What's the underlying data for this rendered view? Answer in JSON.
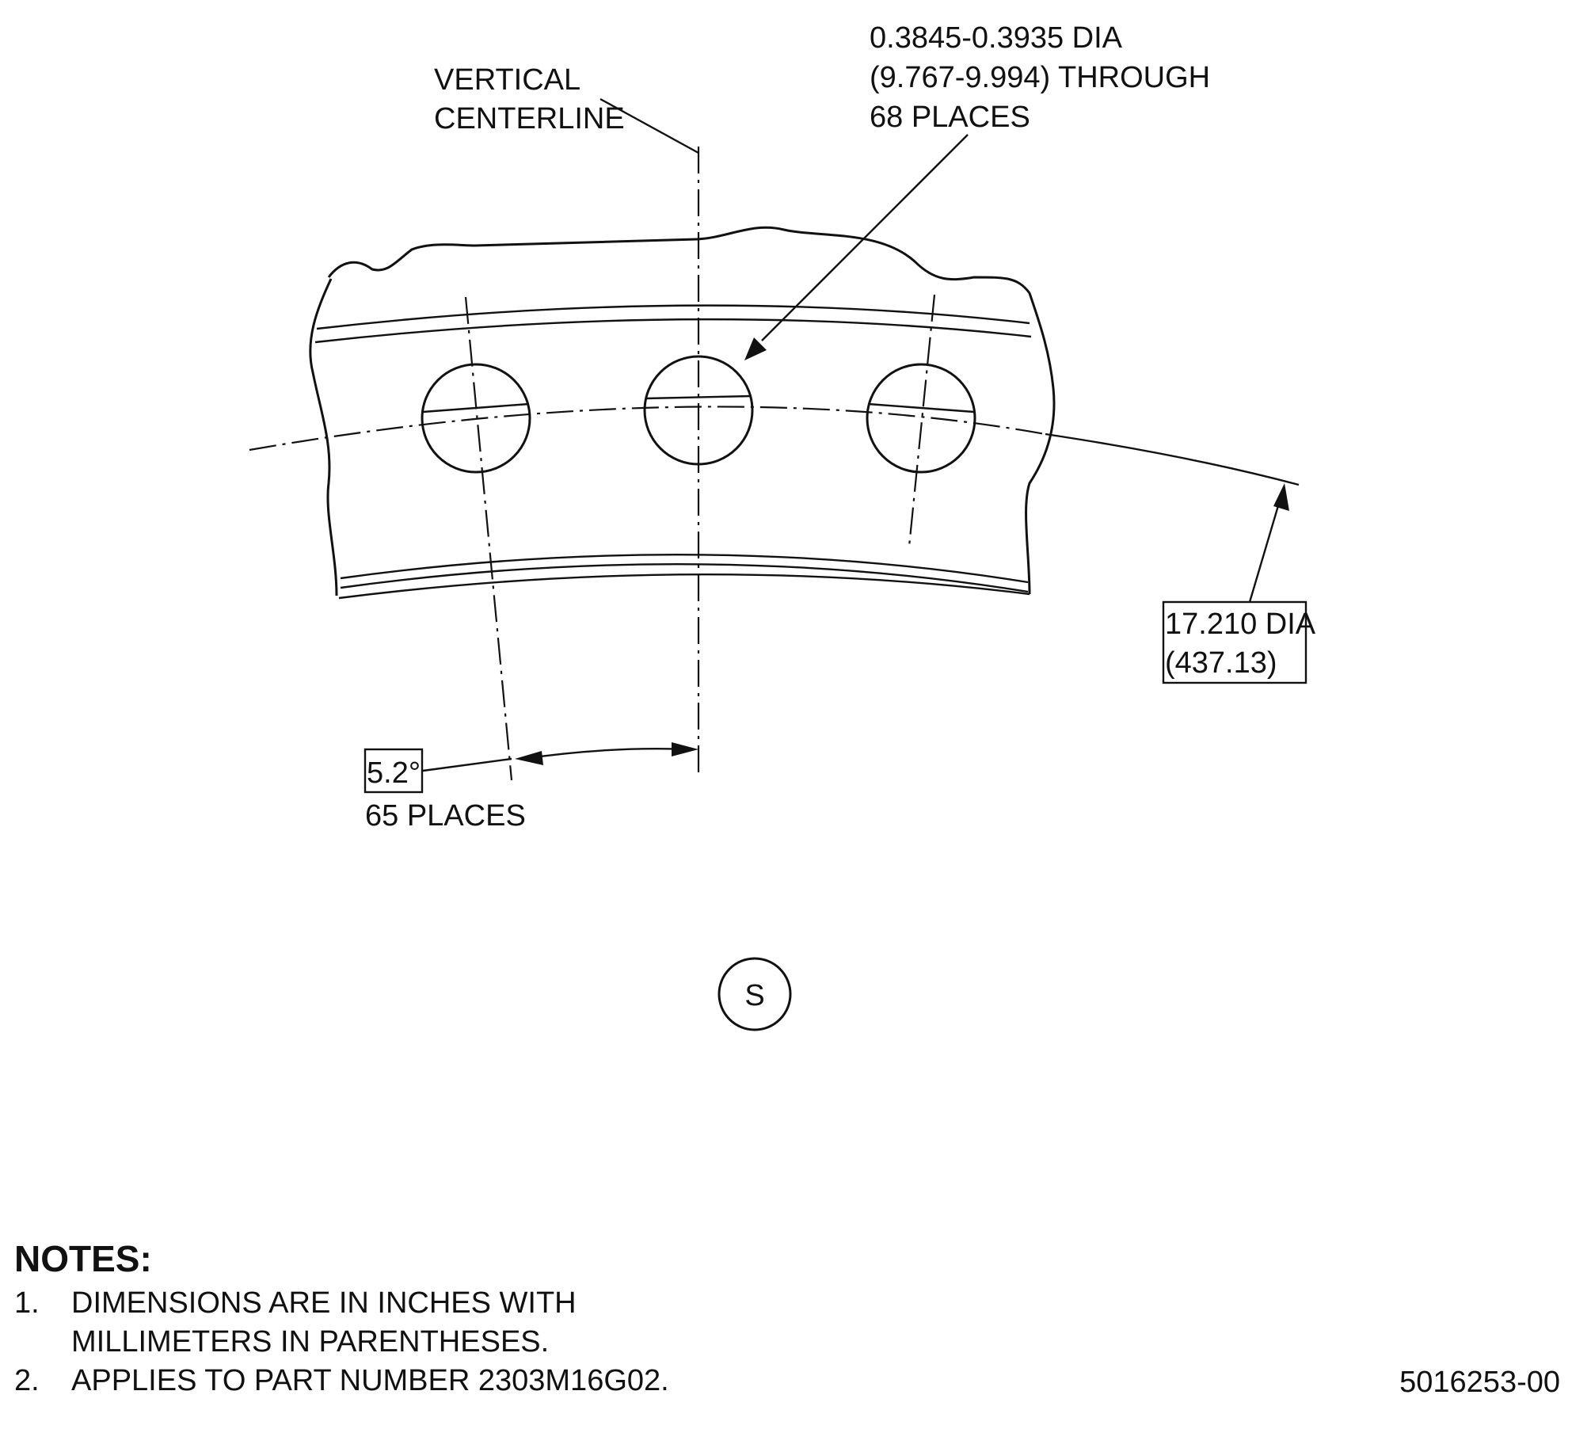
{
  "labels": {
    "vertical_centerline_line1": "VERTICAL",
    "vertical_centerline_line2": "CENTERLINE",
    "hole_dia_line1": "0.3845-0.3935 DIA",
    "hole_dia_line2": "(9.767-9.994) THROUGH",
    "hole_dia_line3": "68 PLACES",
    "bolt_circle_line1": "17.210 DIA",
    "bolt_circle_line2": "(437.13)",
    "angle_value": "5.2°",
    "angle_places": "65 PLACES",
    "view_letter": "S"
  },
  "notes": {
    "title": "NOTES:",
    "items": [
      {
        "num": "1.",
        "lines": [
          "DIMENSIONS ARE IN INCHES WITH",
          "MILLIMETERS IN PARENTHESES."
        ]
      },
      {
        "num": "2.",
        "lines": [
          "APPLIES TO PART NUMBER 2303M16G02."
        ]
      }
    ]
  },
  "drawing_number": "5016253-00",
  "colors": {
    "ink": "#111111",
    "paper": "#ffffff"
  }
}
